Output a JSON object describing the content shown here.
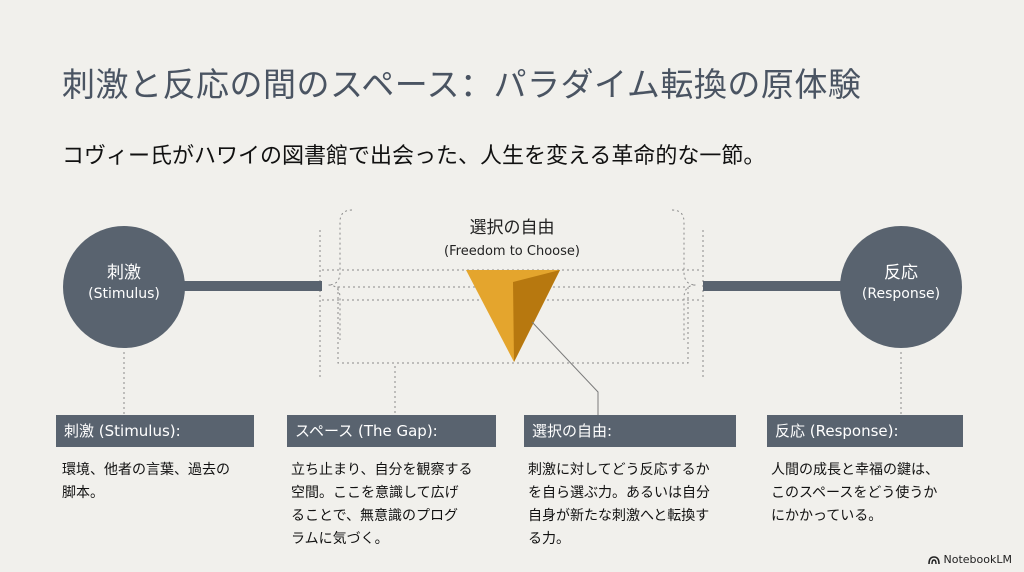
{
  "title": "刺激と反応の間のスペース：パラダイム転換の原体験",
  "subtitle": "コヴィー氏がハワイの図書館で出会った、人生を変える革命的な一節。",
  "diagram": {
    "stimulus": {
      "jp": "刺激",
      "en": "(Stimulus)"
    },
    "response": {
      "jp": "反応",
      "en": "(Response)"
    },
    "center": {
      "jp": "選択の自由",
      "en": "(Freedom to Choose)"
    }
  },
  "columns": [
    {
      "header": "刺激 (Stimulus):",
      "lines": [
        "環境、他者の言葉、過去の",
        "脚本。"
      ]
    },
    {
      "header": "スペース (The Gap):",
      "lines": [
        "立ち止まり、自分を観察する",
        "空間。ここを意識して広げ",
        "ることで、無意識のプログ",
        "ラムに気づく。"
      ]
    },
    {
      "header": "選択の自由:",
      "lines": [
        "刺激に対してどう反応するか",
        "を自ら選ぶ力。あるいは自分",
        "自身が新たな刺激へと転換す",
        "る力。"
      ]
    },
    {
      "header": "反応 (Response):",
      "lines": [
        "人間の成長と幸福の鍵は、",
        "このスペースをどう使うか",
        "にかかっている。"
      ]
    }
  ],
  "brand": "NotebookLM",
  "colors": {
    "node": "#59636f",
    "accent": "#e0a12a",
    "accent_dark": "#b97c14",
    "background": "#f1f0ec"
  }
}
